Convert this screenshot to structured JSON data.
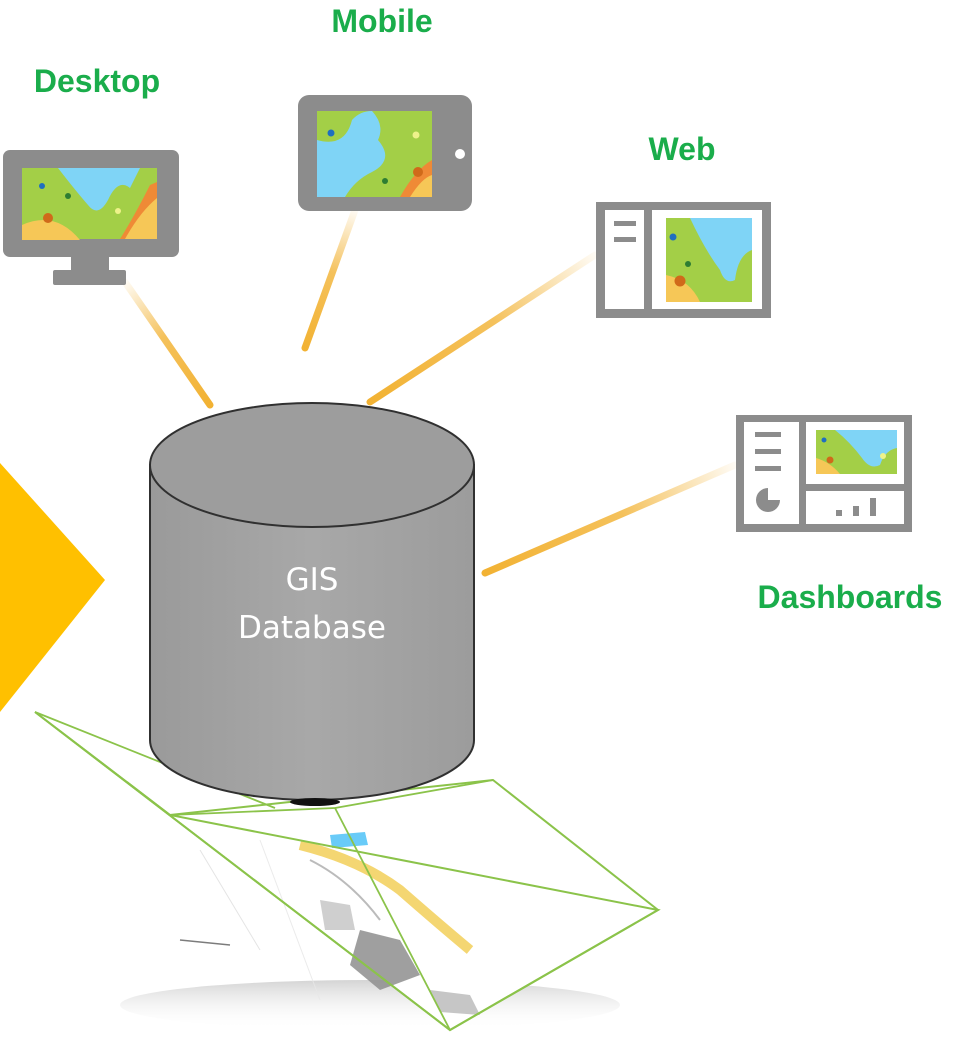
{
  "colors": {
    "label_green": "#1aad4b",
    "connector_orange": "#f2b233",
    "device_gray": "#8c8c8c",
    "database_gray": "#a6a6a6",
    "arrow_yellow": "#ffc000",
    "map_land": "#a3cf47",
    "map_water": "#7fd4f6",
    "map_sand": "#f6c757",
    "map_road": "#ef8a36",
    "projection_green": "#8bc34a"
  },
  "clients": {
    "desktop": {
      "label": "Desktop",
      "icon": "desktop-monitor-icon"
    },
    "mobile": {
      "label": "Mobile",
      "icon": "tablet-icon"
    },
    "web": {
      "label": "Web",
      "icon": "web-app-icon"
    },
    "dashboards": {
      "label": "Dashboards",
      "icon": "dashboard-icon"
    }
  },
  "database": {
    "line1": "GIS",
    "line2": "Database",
    "icon": "database-cylinder-icon"
  },
  "projection": {
    "icon": "map-projection-plane"
  },
  "arrow": {
    "icon": "input-arrow-icon"
  }
}
